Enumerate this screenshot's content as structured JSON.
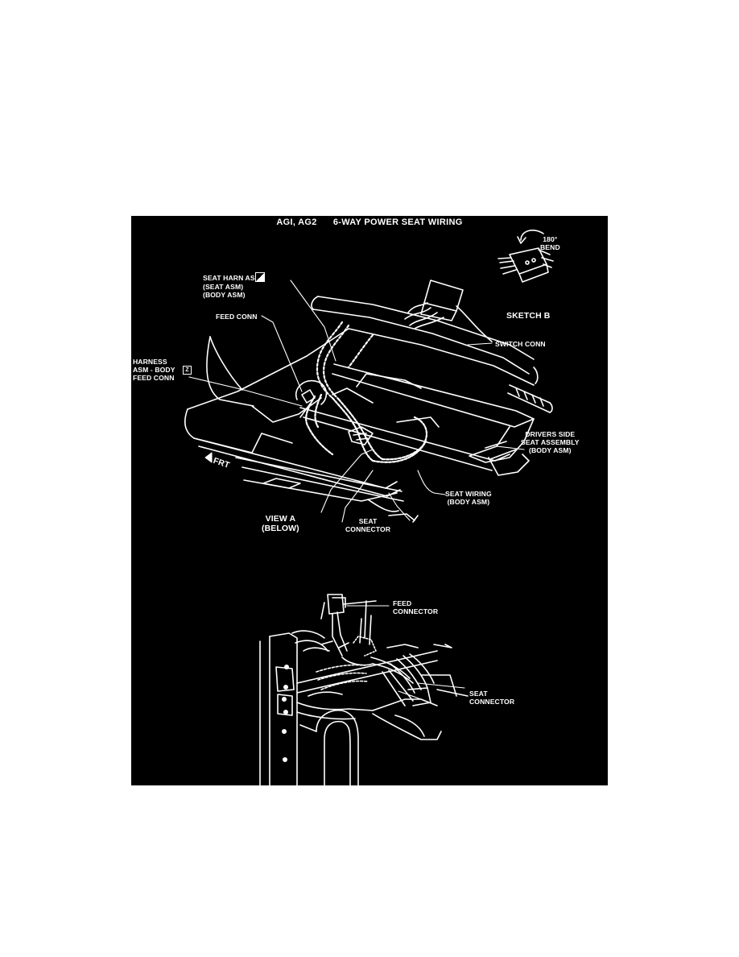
{
  "diagram": {
    "title": "AGI, AG2      6-WAY POWER SEAT WIRING",
    "labels": {
      "bend": "180°\nBEND",
      "seat_harn": "SEAT HARN ASM\n(SEAT ASM)\n(BODY ASM)",
      "sketch_b": "SKETCH B",
      "feed_conn": "FEED CONN",
      "switch_conn": "SWITCH CONN",
      "harness_body": "HARNESS\nASM - BODY\nFEED CONN",
      "drivers_side": "DRIVERS SIDE\nSEAT ASSEMBLY\n(BODY ASM)",
      "frt": "FRT",
      "seat_wiring": "SEAT WIRING\n(BODY ASM)",
      "view_a": "VIEW A\n(BELOW)",
      "seat_connector_top": "SEAT\nCONNECTOR",
      "feed_connector": "FEED\nCONNECTOR",
      "seat_connector_bottom": "SEAT\nCONNECTOR"
    },
    "markers": {
      "seat_harn_marker": "",
      "harness_marker": "Z"
    }
  }
}
